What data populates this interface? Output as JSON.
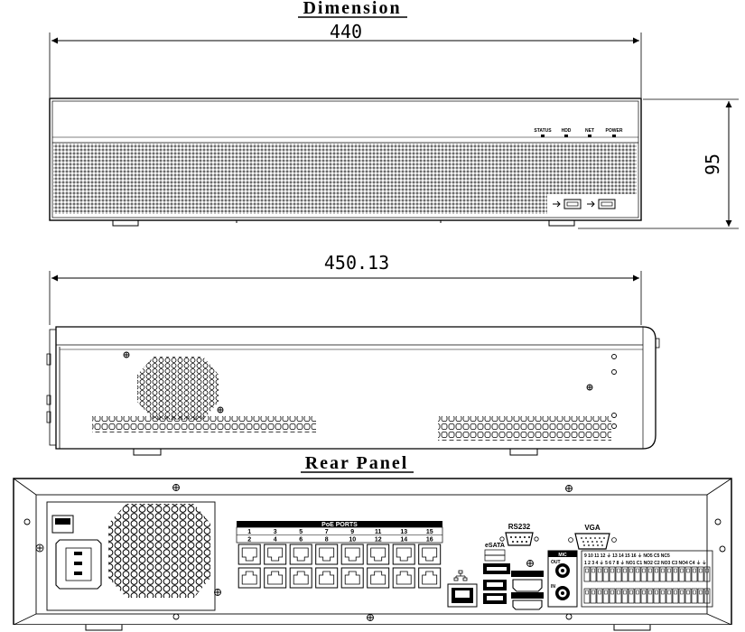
{
  "title": "Dimension",
  "width_label": "440",
  "height_label": "95",
  "depth_label": "450.13",
  "rear_title": "Rear Panel",
  "front_leds": [
    "STATUS",
    "HDD",
    "NET",
    "POWER"
  ],
  "rear": {
    "poe_header": "PoE PORTS",
    "poe_top_numbers": [
      "1",
      "3",
      "5",
      "7",
      "9",
      "11",
      "13",
      "15"
    ],
    "poe_bottom_numbers": [
      "2",
      "4",
      "6",
      "8",
      "10",
      "12",
      "14",
      "16"
    ],
    "rs232_label": "RS232",
    "vga_label": "VGA",
    "esata_label": "eSATA",
    "mic_label": "MIC",
    "mic_out": "OUT",
    "mic_in": "IN",
    "alarm_top": "9 10 11 12 ⏚ 13 14 15 16 ⏚ NO5 C5 NC5",
    "alarm_bottom": "1 2 3 4 ⏚ 5 6 7 8 ⏚ NO1 C1 NO2 C2 NO3 C3 NO4 C4 ⏚ ⏚"
  }
}
